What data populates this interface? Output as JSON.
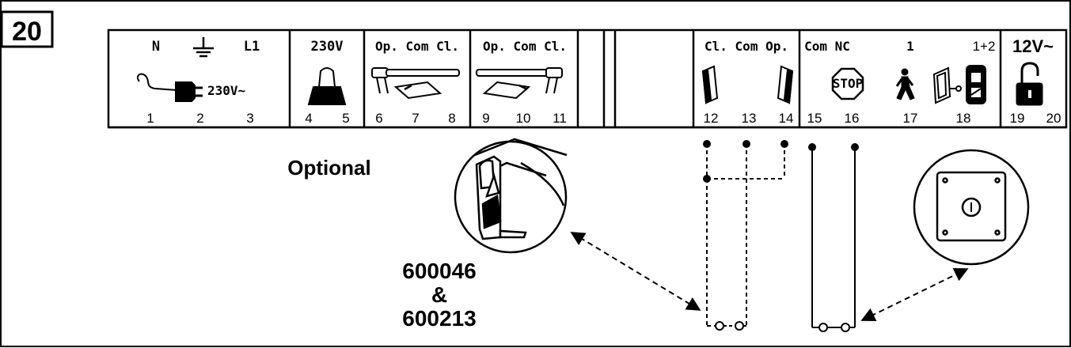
{
  "figure_number": "20",
  "terminal_blocks": [
    {
      "id": "power",
      "headers": [
        "N",
        "L1"
      ],
      "icon_label": "230V~",
      "numbers": [
        "1",
        "2",
        "3"
      ]
    },
    {
      "id": "lamp",
      "headers": [
        "230V"
      ],
      "numbers": [
        "4",
        "5"
      ]
    },
    {
      "id": "motor1",
      "headers": [
        "Op. Com Cl."
      ],
      "numbers": [
        "6",
        "7",
        "8"
      ]
    },
    {
      "id": "motor2",
      "headers": [
        "Op. Com Cl."
      ],
      "numbers": [
        "9",
        "10",
        "11"
      ]
    },
    {
      "id": "limit",
      "headers": [
        "Cl. Com Op."
      ],
      "numbers": [
        "12",
        "13",
        "14"
      ]
    },
    {
      "id": "control",
      "headers": [
        "Com NC",
        "1",
        "1+2"
      ],
      "stop_label": "STOP",
      "numbers": [
        "15",
        "16",
        "17",
        "18"
      ]
    },
    {
      "id": "lock",
      "headers": [
        "12V~"
      ],
      "numbers": [
        "19",
        "20"
      ]
    }
  ],
  "optional_label": "Optional",
  "part_numbers": [
    "600046",
    "&",
    "600213"
  ],
  "icons": [
    "ground-icon",
    "plug-icon",
    "warning-lamp-icon",
    "gate-motor-icon",
    "photocell-icon",
    "stop-sign-icon",
    "pedestrian-icon",
    "key-selector-icon",
    "transmitter-icon",
    "padlock-icon",
    "safety-edge-icon",
    "push-button-icon"
  ]
}
